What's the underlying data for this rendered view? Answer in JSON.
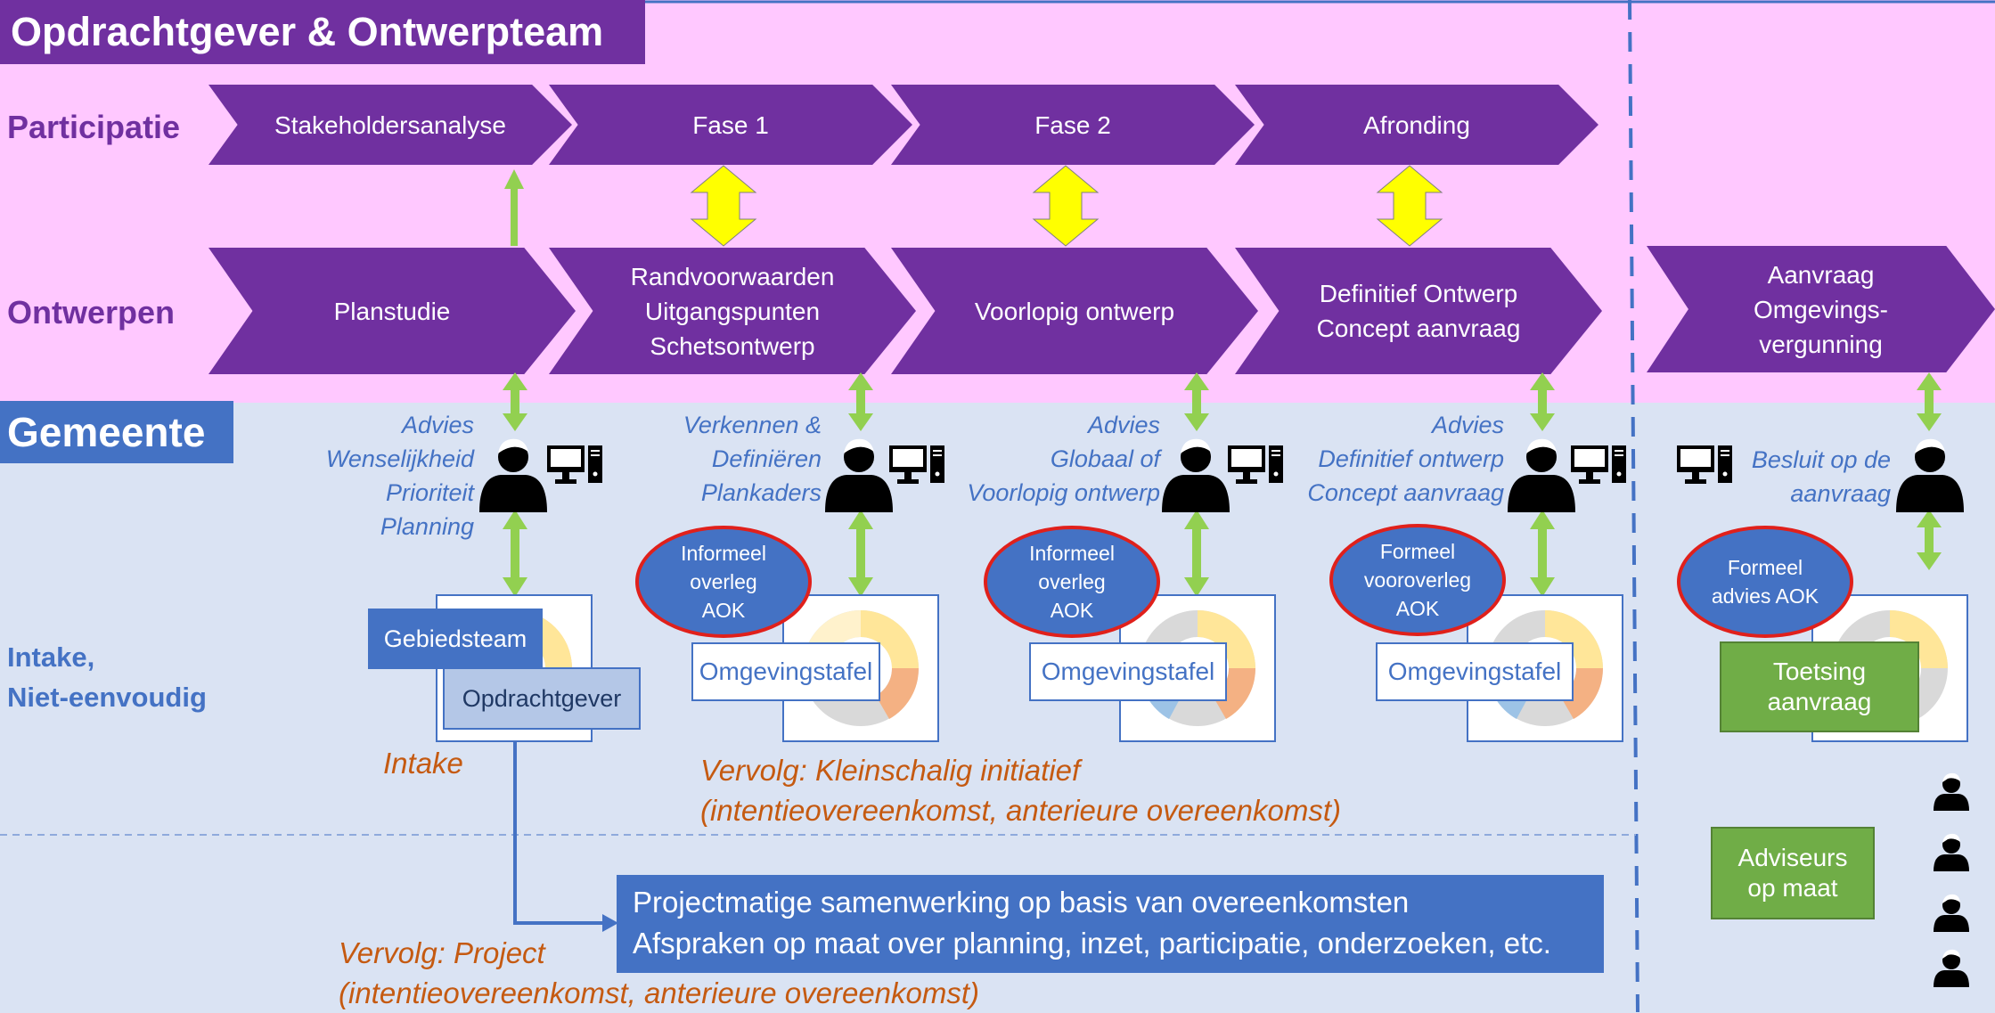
{
  "headers": {
    "top": "Opdrachtgever & Ontwerpteam",
    "gemeente": "Gemeente"
  },
  "row_labels": {
    "participatie": "Participatie",
    "ontwerpen": "Ontwerpen",
    "intake_line1": "Intake,",
    "intake_line2": "Niet-eenvoudig"
  },
  "participatie_steps": [
    {
      "label": "Stakeholdersanalyse"
    },
    {
      "label": "Fase 1"
    },
    {
      "label": "Fase 2"
    },
    {
      "label": "Afronding"
    }
  ],
  "ontwerpen_steps": [
    {
      "lines": [
        "Planstudie"
      ]
    },
    {
      "lines": [
        "Randvoorwaarden",
        "Uitgangspunten",
        "Schetsontwerp"
      ]
    },
    {
      "lines": [
        "Voorlopig ontwerp"
      ]
    },
    {
      "lines": [
        "Definitief Ontwerp",
        "Concept aanvraag"
      ]
    },
    {
      "lines": [
        "Aanvraag",
        "Omgevings-",
        "vergunning"
      ]
    }
  ],
  "gemeente_notes": [
    {
      "lines": [
        "Advies",
        "Wenselijkheid",
        "Prioriteit",
        "Planning"
      ]
    },
    {
      "lines": [
        "Verkennen &",
        "Definiëren",
        "Plankaders"
      ]
    },
    {
      "lines": [
        "Advies",
        "Globaal of",
        "Voorlopig ontwerp"
      ]
    },
    {
      "lines": [
        "Advies",
        "Definitief ontwerp",
        "Concept aanvraag"
      ]
    },
    {
      "lines": [
        "Besluit op de",
        "aanvraag"
      ]
    }
  ],
  "ellipses": [
    {
      "lines": [
        "Informeel",
        "overleg",
        "AOK"
      ]
    },
    {
      "lines": [
        "Informeel",
        "overleg",
        "AOK"
      ]
    },
    {
      "lines": [
        "Formeel",
        "vooroverleg",
        "AOK"
      ]
    },
    {
      "lines": [
        "Formeel",
        "advies AOK"
      ]
    }
  ],
  "omgevingstafel": "Omgevingstafel",
  "gebiedsteam": "Gebiedsteam",
  "opdrachtgever": "Opdrachtgever",
  "intake": "Intake",
  "toetsing": {
    "lines": [
      "Toetsing",
      "aanvraag"
    ]
  },
  "adviseurs": {
    "lines": [
      "Adviseurs",
      "op maat"
    ]
  },
  "vervolg_klein": {
    "line1": "Vervolg: Kleinschalig initiatief",
    "line2": "(intentieovereenkomst, anterieure overeenkomst)"
  },
  "vervolg_project": {
    "line1": "Vervolg: Project",
    "line2": "(intentieovereenkomst, anterieure overeenkomst)"
  },
  "project_box": {
    "line1": "Projectmatige samenwerking op basis van overeenkomsten",
    "line2": "Afspraken op maat over planning, inzet, participatie, onderzoeken, etc."
  },
  "colors": {
    "purple": "#7030a0",
    "pink_band": "#ffc8ff",
    "blue_band": "#dae3f3",
    "blue": "#4472c4",
    "green_arrow": "#92d050",
    "yellow_arrow": "#ffff00",
    "green_box": "#70ad47",
    "orange_text": "#c55a11",
    "ellipse_border": "#e0201b"
  }
}
